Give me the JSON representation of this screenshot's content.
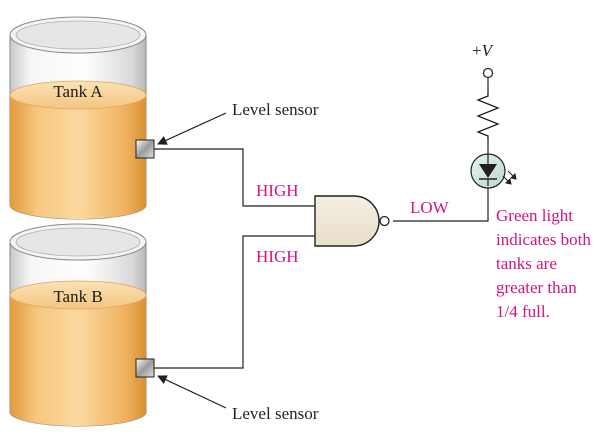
{
  "tanks": [
    {
      "label": "Tank A"
    },
    {
      "label": "Tank B"
    }
  ],
  "sensor_labels": [
    "Level sensor",
    "Level sensor"
  ],
  "inputs": {
    "a": "HIGH",
    "b": "HIGH"
  },
  "output": "LOW",
  "supply": {
    "symbol": "+",
    "variable": "V"
  },
  "note_lines": [
    "Green light",
    "indicates both",
    "tanks are",
    "greater than",
    "1/4 full."
  ],
  "colors": {
    "annotation": "#d4147c",
    "liquid": "#f3b560",
    "wire": "#231f20"
  }
}
